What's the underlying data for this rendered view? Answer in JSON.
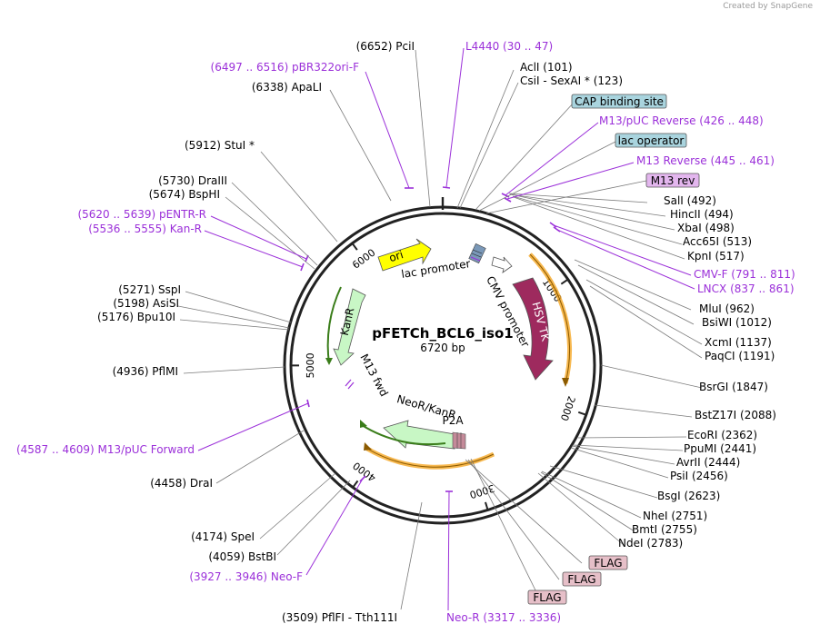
{
  "credit": "Created by SnapGene",
  "plasmid": {
    "name": "pFETCh_BCL6_iso1",
    "size": "6720 bp",
    "length": 6720
  },
  "ticks": [
    1000,
    2000,
    3000,
    4000,
    5000,
    6000
  ],
  "enzymes": [
    {
      "name": "PciI",
      "pos": 6652,
      "label": "(6652)  PciI"
    },
    {
      "name": "AclI",
      "pos": 101,
      "label": "AclI   (101)"
    },
    {
      "name": "CsiI - SexAI *",
      "pos": 123,
      "label": "CsiI  -  SexAI *   (123)"
    },
    {
      "name": "ApaLI",
      "pos": 6338,
      "label": "(6338)  ApaLI"
    },
    {
      "name": "StuI *",
      "pos": 5912,
      "label": "(5912)  StuI *"
    },
    {
      "name": "DraIII",
      "pos": 5730,
      "label": "(5730)  DraIII"
    },
    {
      "name": "BspHI",
      "pos": 5674,
      "label": "(5674)  BspHI"
    },
    {
      "name": "SalI",
      "pos": 492,
      "label": "SalI   (492)"
    },
    {
      "name": "HincII",
      "pos": 494,
      "label": "HincII   (494)"
    },
    {
      "name": "XbaI",
      "pos": 498,
      "label": "XbaI   (498)"
    },
    {
      "name": "Acc65I",
      "pos": 513,
      "label": "Acc65I   (513)"
    },
    {
      "name": "KpnI",
      "pos": 517,
      "label": "KpnI   (517)"
    },
    {
      "name": "SspI",
      "pos": 5271,
      "label": "(5271)  SspI"
    },
    {
      "name": "AsiSI",
      "pos": 5198,
      "label": "(5198)  AsiSI"
    },
    {
      "name": "Bpu10I",
      "pos": 5176,
      "label": "(5176)  Bpu10I"
    },
    {
      "name": "MluI",
      "pos": 962,
      "label": "MluI   (962)"
    },
    {
      "name": "BsiWI",
      "pos": 1012,
      "label": "BsiWI   (1012)"
    },
    {
      "name": "XcmI",
      "pos": 1137,
      "label": "XcmI   (1137)"
    },
    {
      "name": "PaqCI",
      "pos": 1191,
      "label": "PaqCI   (1191)"
    },
    {
      "name": "PflMI",
      "pos": 4936,
      "label": "(4936)  PflMI"
    },
    {
      "name": "BsrGI",
      "pos": 1847,
      "label": "BsrGI   (1847)"
    },
    {
      "name": "BstZ17I",
      "pos": 2088,
      "label": "BstZ17I   (2088)"
    },
    {
      "name": "EcoRI",
      "pos": 2362,
      "label": "EcoRI   (2362)"
    },
    {
      "name": "PpuMI",
      "pos": 2441,
      "label": "PpuMI   (2441)"
    },
    {
      "name": "AvrII",
      "pos": 2444,
      "label": "AvrII   (2444)"
    },
    {
      "name": "PsiI",
      "pos": 2456,
      "label": "PsiI   (2456)"
    },
    {
      "name": "DraI",
      "pos": 4458,
      "label": "(4458)  DraI"
    },
    {
      "name": "BsgI",
      "pos": 2623,
      "label": "BsgI   (2623)"
    },
    {
      "name": "NheI",
      "pos": 2751,
      "label": "NheI   (2751)"
    },
    {
      "name": "BmtI",
      "pos": 2755,
      "label": "BmtI   (2755)"
    },
    {
      "name": "NdeI",
      "pos": 2783,
      "label": "NdeI   (2783)"
    },
    {
      "name": "SpeI",
      "pos": 4174,
      "label": "(4174)  SpeI"
    },
    {
      "name": "BstBI",
      "pos": 4059,
      "label": "(4059)  BstBI"
    },
    {
      "name": "PflFI - Tth111I",
      "pos": 3509,
      "label": "(3509)  PflFI  -  Tth111I"
    }
  ],
  "primers": [
    {
      "name": "L4440",
      "label": "L4440     (30 .. 47)",
      "pos": 38
    },
    {
      "name": "pBR322ori-F",
      "label": "(6497 .. 6516)  pBR322ori-F",
      "pos": 6506
    },
    {
      "name": "M13/pUC Reverse",
      "label": "M13/pUC Reverse    (426 .. 448)",
      "pos": 437
    },
    {
      "name": "M13 Reverse",
      "label": "M13 Reverse    (445 .. 461)",
      "pos": 453
    },
    {
      "name": "pENTR-R",
      "label": "(5620 .. 5639)  pENTR-R",
      "pos": 5630
    },
    {
      "name": "Kan-R",
      "label": "(5536 .. 5555)  Kan-R",
      "pos": 5545
    },
    {
      "name": "CMV-F",
      "label": "CMV-F    (791 .. 811)",
      "pos": 801
    },
    {
      "name": "LNCX",
      "label": "LNCX    (837 .. 861)",
      "pos": 849
    },
    {
      "name": "M13/pUC Forward",
      "label": "(4587 .. 4609)  M13/pUC Forward",
      "pos": 4598
    },
    {
      "name": "Neo-F",
      "label": "(3927 .. 3946)  Neo-F",
      "pos": 3936
    },
    {
      "name": "Neo-R",
      "label": "Neo-R    (3317 .. 3336)",
      "pos": 3326
    }
  ],
  "boxed_features": [
    {
      "name": "CAP binding site",
      "label": "CAP binding site",
      "fill": "#a9d4de"
    },
    {
      "name": "lac operator",
      "label": "lac operator",
      "fill": "#a9d4de"
    },
    {
      "name": "M13 rev",
      "label": "M13 rev",
      "fill": "#e3b6ee"
    },
    {
      "name": "FLAG-1",
      "label": "FLAG",
      "fill": "#e6bfc8"
    },
    {
      "name": "FLAG-2",
      "label": "FLAG",
      "fill": "#e6bfc8"
    },
    {
      "name": "FLAG-3",
      "label": "FLAG",
      "fill": "#e6bfc8"
    }
  ],
  "features": [
    {
      "name": "ori",
      "label": "ori",
      "fill": "#ffff00"
    },
    {
      "name": "lac promoter",
      "label": "lac promoter",
      "fill": "#ffffff"
    },
    {
      "name": "CMV promoter",
      "label": "CMV promoter",
      "fill": "#ffffff"
    },
    {
      "name": "HSV TK",
      "label": "HSV TK",
      "fill": "#9e2a5e"
    },
    {
      "name": "KanR",
      "label": "KanR",
      "fill": "#c8f7c5"
    },
    {
      "name": "M13 fwd",
      "label": "M13 fwd",
      "fill": "#9b30d9"
    },
    {
      "name": "NeoR/KanR",
      "label": "NeoR/KanR",
      "fill": "#c8f7c5"
    },
    {
      "name": "P2A",
      "label": "P2A",
      "fill": "#c48a99"
    }
  ],
  "colors": {
    "primer": "#9b30d9",
    "orf_orange": "#f5a623",
    "orf_green": "#3a7d1a",
    "backbone": "#222222"
  }
}
